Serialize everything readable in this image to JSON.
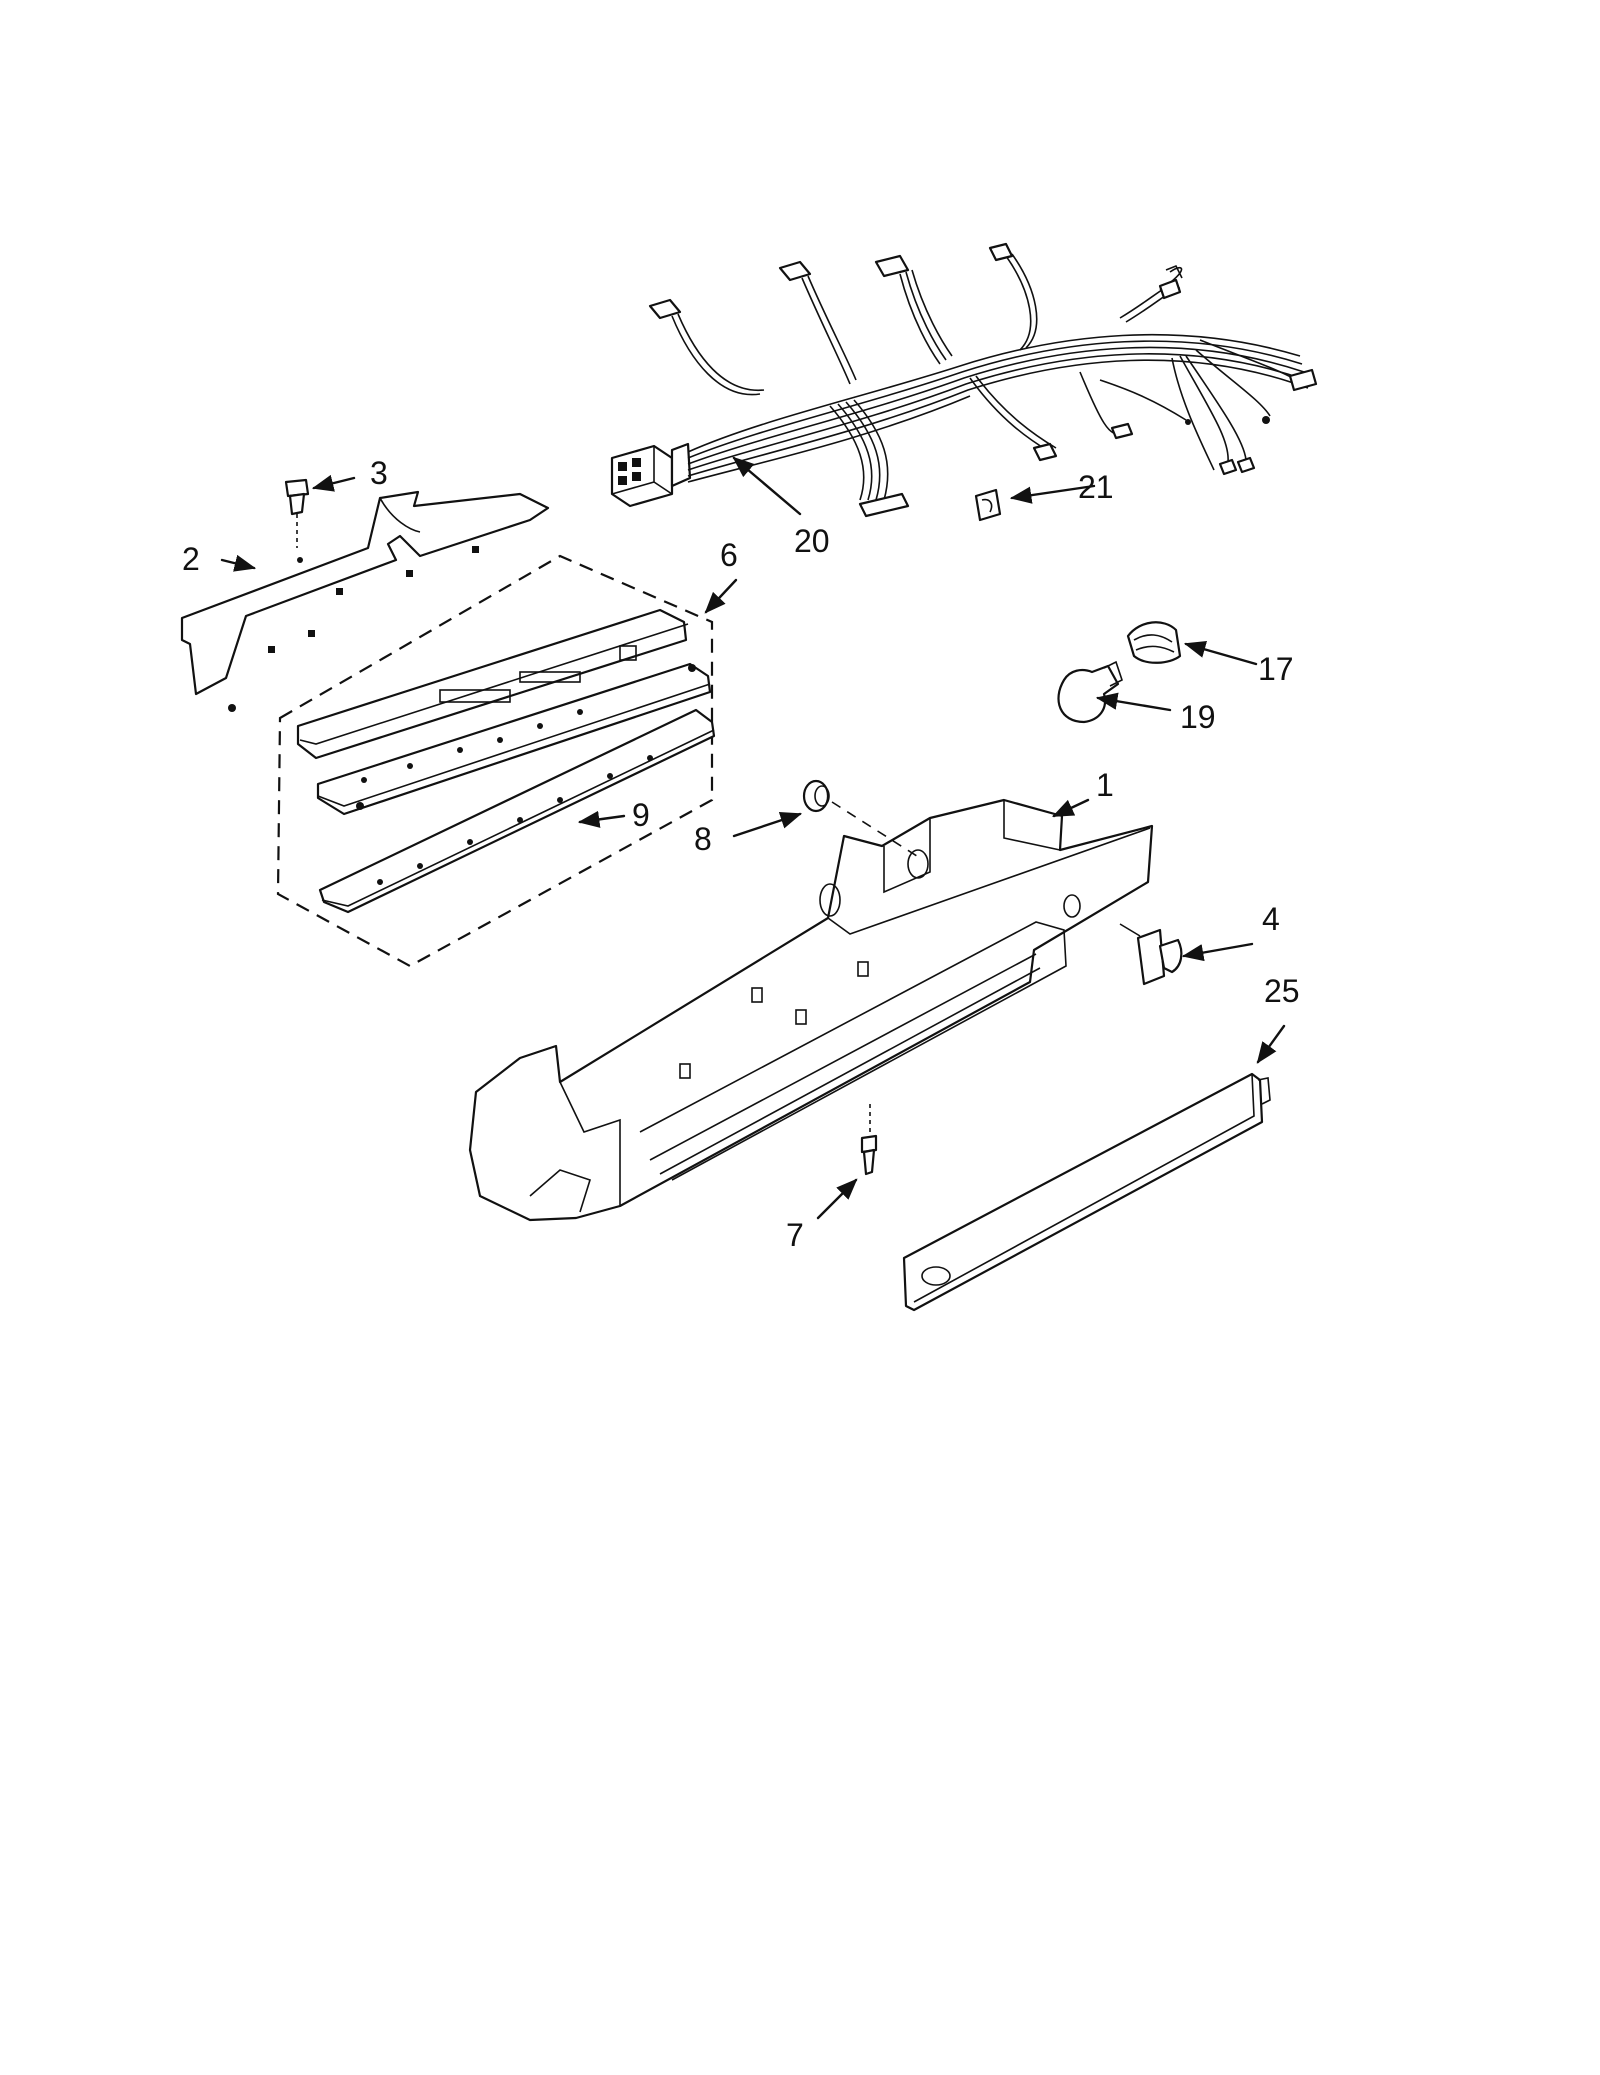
{
  "callouts": {
    "p1": "1",
    "p2": "2",
    "p3": "3",
    "p4": "4",
    "p6": "6",
    "p7": "7",
    "p8": "8",
    "p9": "9",
    "p17": "17",
    "p19": "19",
    "p20": "20",
    "p21": "21",
    "p25": "25"
  }
}
